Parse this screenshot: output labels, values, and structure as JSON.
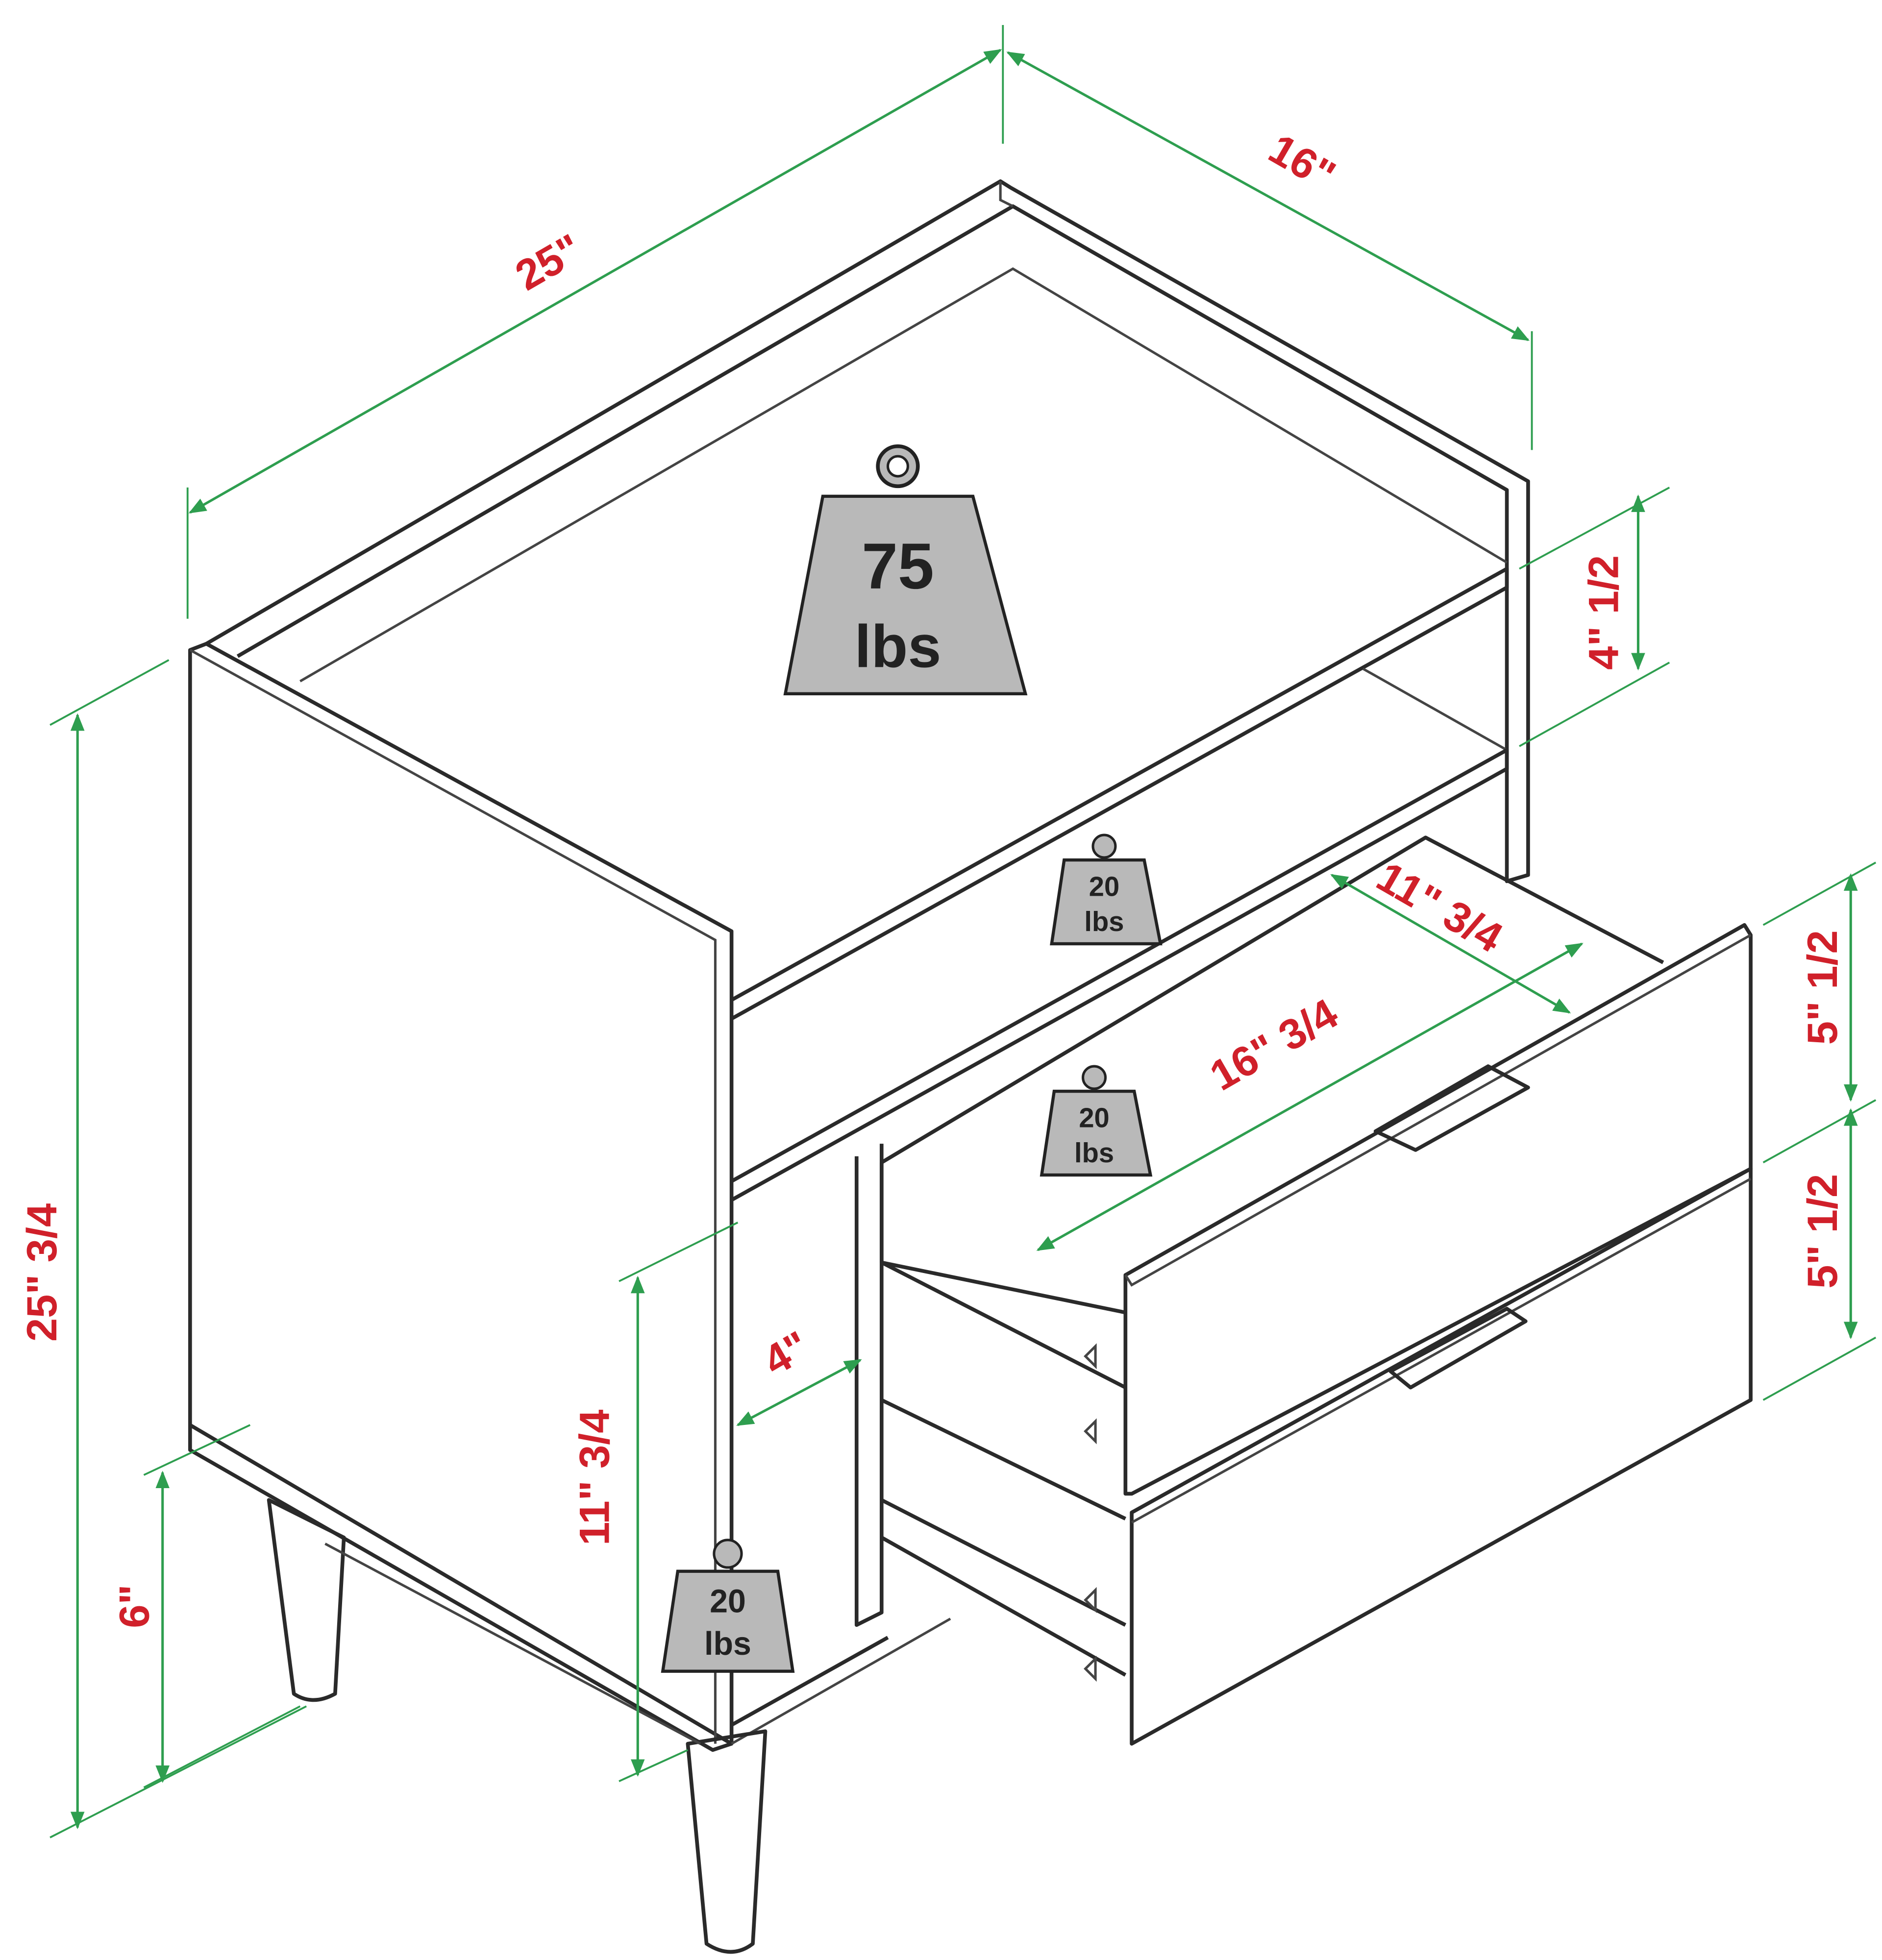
{
  "dimensions": {
    "width": "25\"",
    "depth": "16\"",
    "open_shelf_height": "4\" 1/2",
    "top_drawer_height": "5\" 1/2",
    "bottom_drawer_height": "5\" 1/2",
    "total_height": "25\" 3/4",
    "leg_height": "6\"",
    "side_cubby_height": "11\" 3/4",
    "side_cubby_width": "4\"",
    "drawer_depth": "11\" 3/4",
    "drawer_width": "16\" 3/4"
  },
  "weights": {
    "top": {
      "value": "75",
      "unit": "lbs"
    },
    "shelf": {
      "value": "20",
      "unit": "lbs"
    },
    "drawer": {
      "value": "20",
      "unit": "lbs"
    },
    "cubby": {
      "value": "20",
      "unit": "lbs"
    }
  },
  "colors": {
    "dimension_line": "#2e9e4f",
    "dimension_text": "#d0202a",
    "weight_fill": "#b9b9b9"
  }
}
